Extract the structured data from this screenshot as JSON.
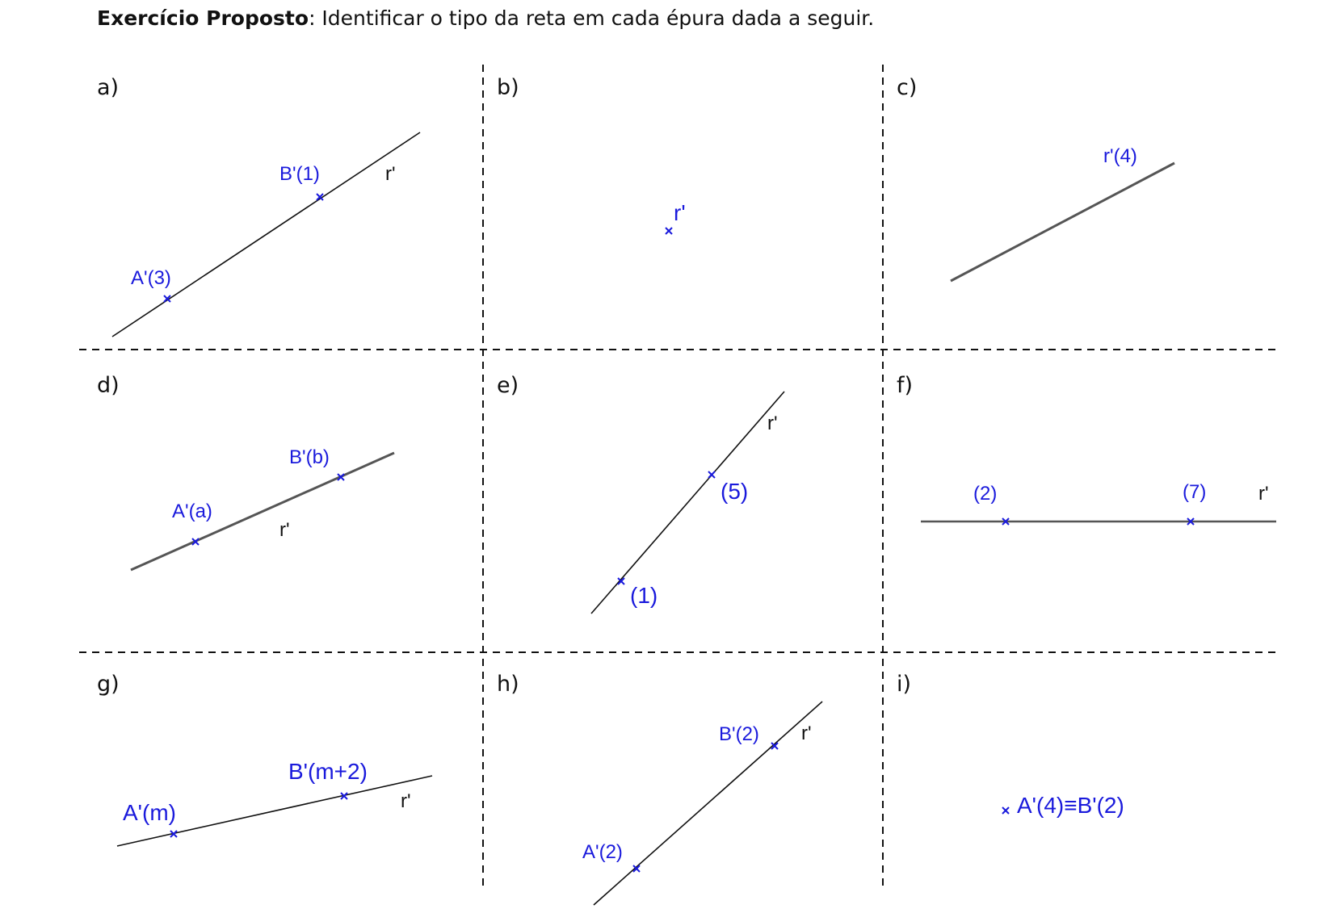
{
  "title": {
    "bold": "Exercício Proposto",
    "rest": ": Identificar o tipo da reta em cada épura dada a seguir."
  },
  "panels": [
    {
      "id": "a",
      "label": "a)",
      "line_label": "r'",
      "points": [
        {
          "label": "A'(3)"
        },
        {
          "label": "B'(1)"
        }
      ]
    },
    {
      "id": "b",
      "label": "b)",
      "line_label": "r'",
      "points": []
    },
    {
      "id": "c",
      "label": "c)",
      "line_label": "r'(4)",
      "points": []
    },
    {
      "id": "d",
      "label": "d)",
      "line_label": "r'",
      "points": [
        {
          "label": "A'(a)"
        },
        {
          "label": "B'(b)"
        }
      ]
    },
    {
      "id": "e",
      "label": "e)",
      "line_label": "r'",
      "points": [
        {
          "label": "(1)"
        },
        {
          "label": "(5)"
        }
      ]
    },
    {
      "id": "f",
      "label": "f)",
      "line_label": "r'",
      "points": [
        {
          "label": "(2)"
        },
        {
          "label": "(7)"
        }
      ]
    },
    {
      "id": "g",
      "label": "g)",
      "line_label": "r'",
      "points": [
        {
          "label": "A'(m)"
        },
        {
          "label": "B'(m+2)"
        }
      ]
    },
    {
      "id": "h",
      "label": "h)",
      "line_label": "r'",
      "points": [
        {
          "label": "A'(2)"
        },
        {
          "label": "B'(2)"
        }
      ]
    },
    {
      "id": "i",
      "label": "i)",
      "line_label": "",
      "points": [
        {
          "label": "A'(4)≡B'(2)"
        }
      ]
    }
  ],
  "colors": {
    "point": "#1a1adc",
    "line_dark": "#111111",
    "line_gray": "#555555",
    "divider": "#111111"
  }
}
